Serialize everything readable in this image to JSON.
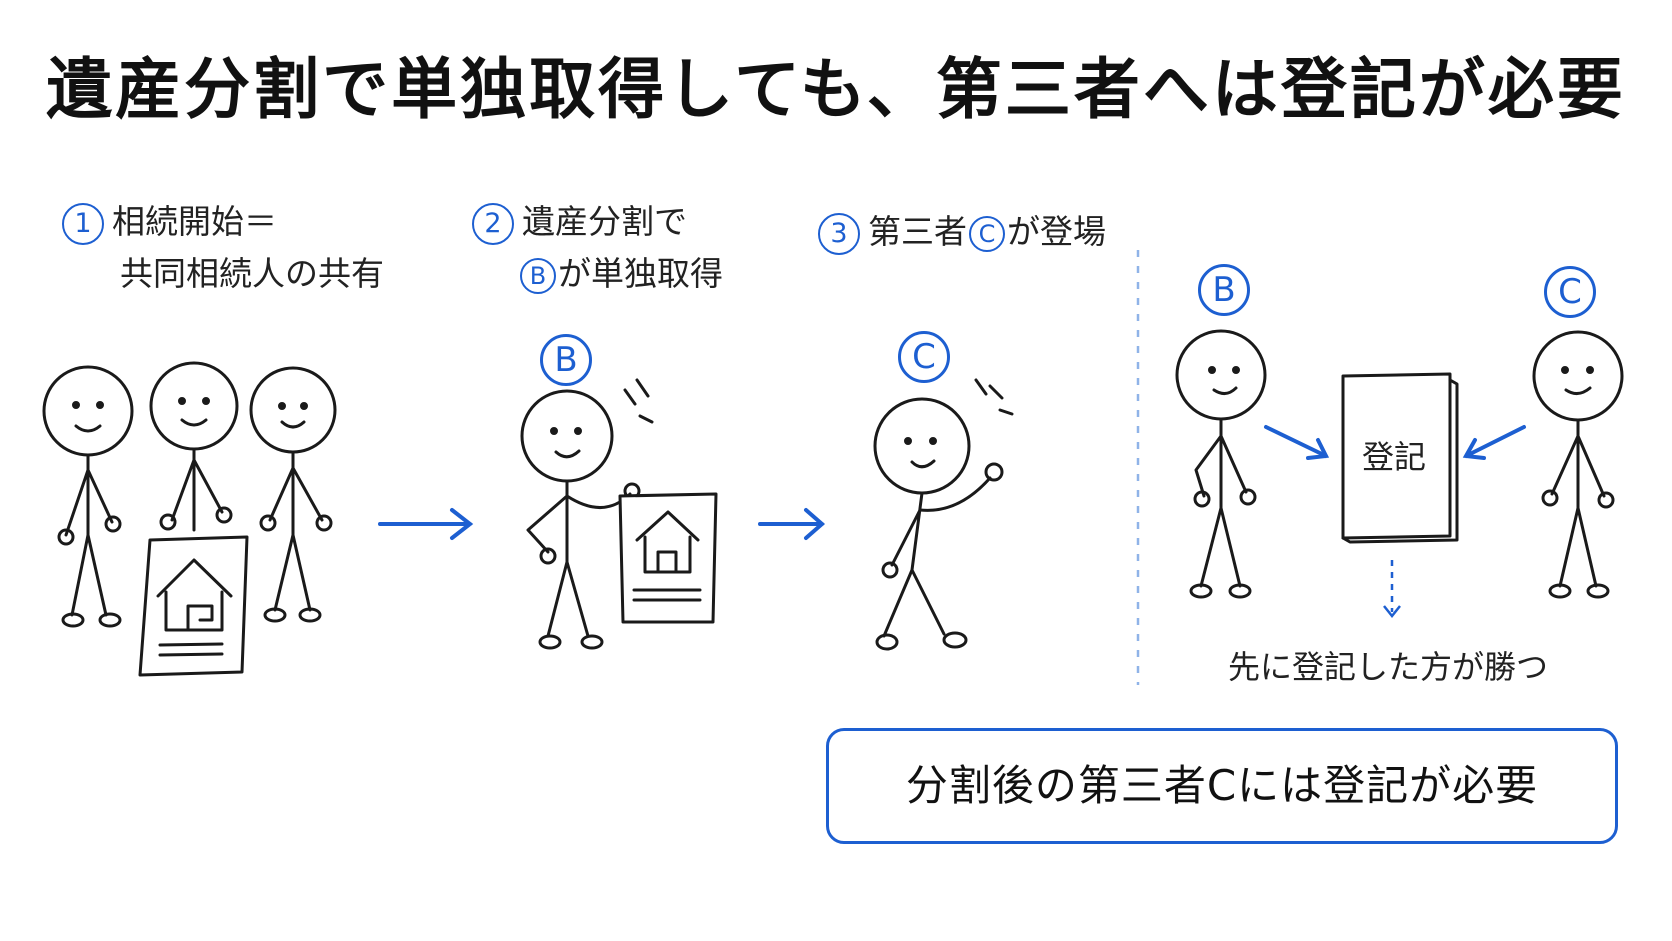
{
  "title": "遺産分割で単独取得しても、第三者へは登記が必要",
  "steps": [
    {
      "num": "1",
      "line1": "相続開始＝",
      "line2": "共同相続人の共有"
    },
    {
      "num": "2",
      "line1": "遺産分割で",
      "line2_marker": "B",
      "line2_text": "が単独取得"
    },
    {
      "num": "3",
      "line1_pre": "第三者",
      "line1_marker": "C",
      "line1_post": "が登場"
    }
  ],
  "figures": {
    "step2_marker": "B",
    "step3_marker": "C",
    "right_left_marker": "B",
    "right_right_marker": "C"
  },
  "ledger_label": "登記",
  "win_note": "先に登記した方が勝つ",
  "summary": "分割後の第三者Cには登記が必要",
  "colors": {
    "accent": "#1d5fd1",
    "ink": "#1a1a1a",
    "divider": "#8fb3e8"
  }
}
